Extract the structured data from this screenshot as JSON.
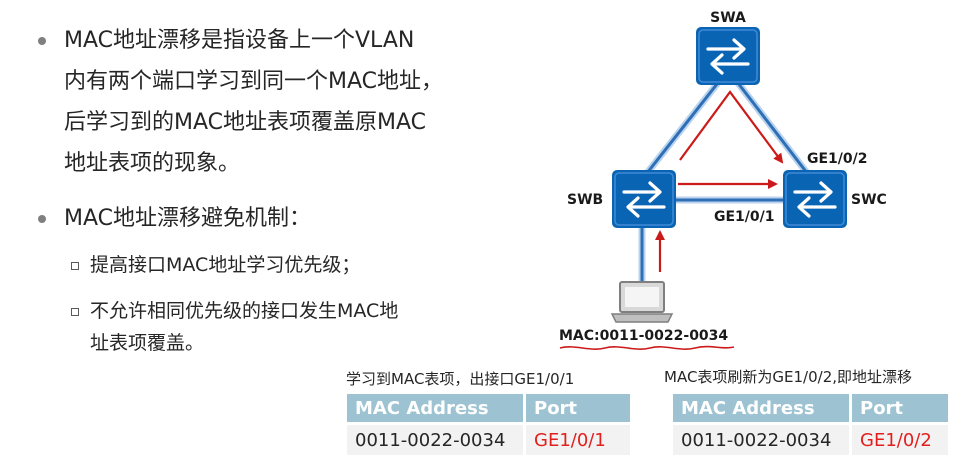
{
  "bullets": [
    {
      "lines": [
        "MAC地址漂移是指设备上一个VLAN",
        "内有两个端口学习到同一个MAC地址，",
        "后学习到的MAC地址表项覆盖原MAC",
        "地址表项的现象。"
      ]
    },
    {
      "text": "MAC地址漂移避免机制：",
      "sub": [
        {
          "lines": [
            "提高接口MAC地址学习优先级；"
          ]
        },
        {
          "lines": [
            "不允许相同优先级的接口发生MAC地",
            "址表项覆盖。"
          ]
        }
      ]
    }
  ],
  "diagram": {
    "switches": {
      "swa": "SWA",
      "swb": "SWB",
      "swc": "SWC"
    },
    "ports": {
      "ge1_0_2": "GE1/0/2",
      "ge1_0_1": "GE1/0/1"
    },
    "host_mac": "MAC:0011-0022-0034",
    "colors": {
      "switch": "#0a64b4",
      "link": "#2e6fb5",
      "arrow": "#cc1a1a"
    }
  },
  "tables": [
    {
      "caption": "学习到MAC表项，出接口GE1/0/1",
      "headers": [
        "MAC Address",
        "Port"
      ],
      "row": [
        "0011-0022-0034",
        "GE1/0/1"
      ]
    },
    {
      "caption": "MAC表项刷新为GE1/0/2,即地址漂移",
      "headers": [
        "MAC Address",
        "Port"
      ],
      "row": [
        "0011-0022-0034",
        "GE1/0/2"
      ]
    }
  ]
}
